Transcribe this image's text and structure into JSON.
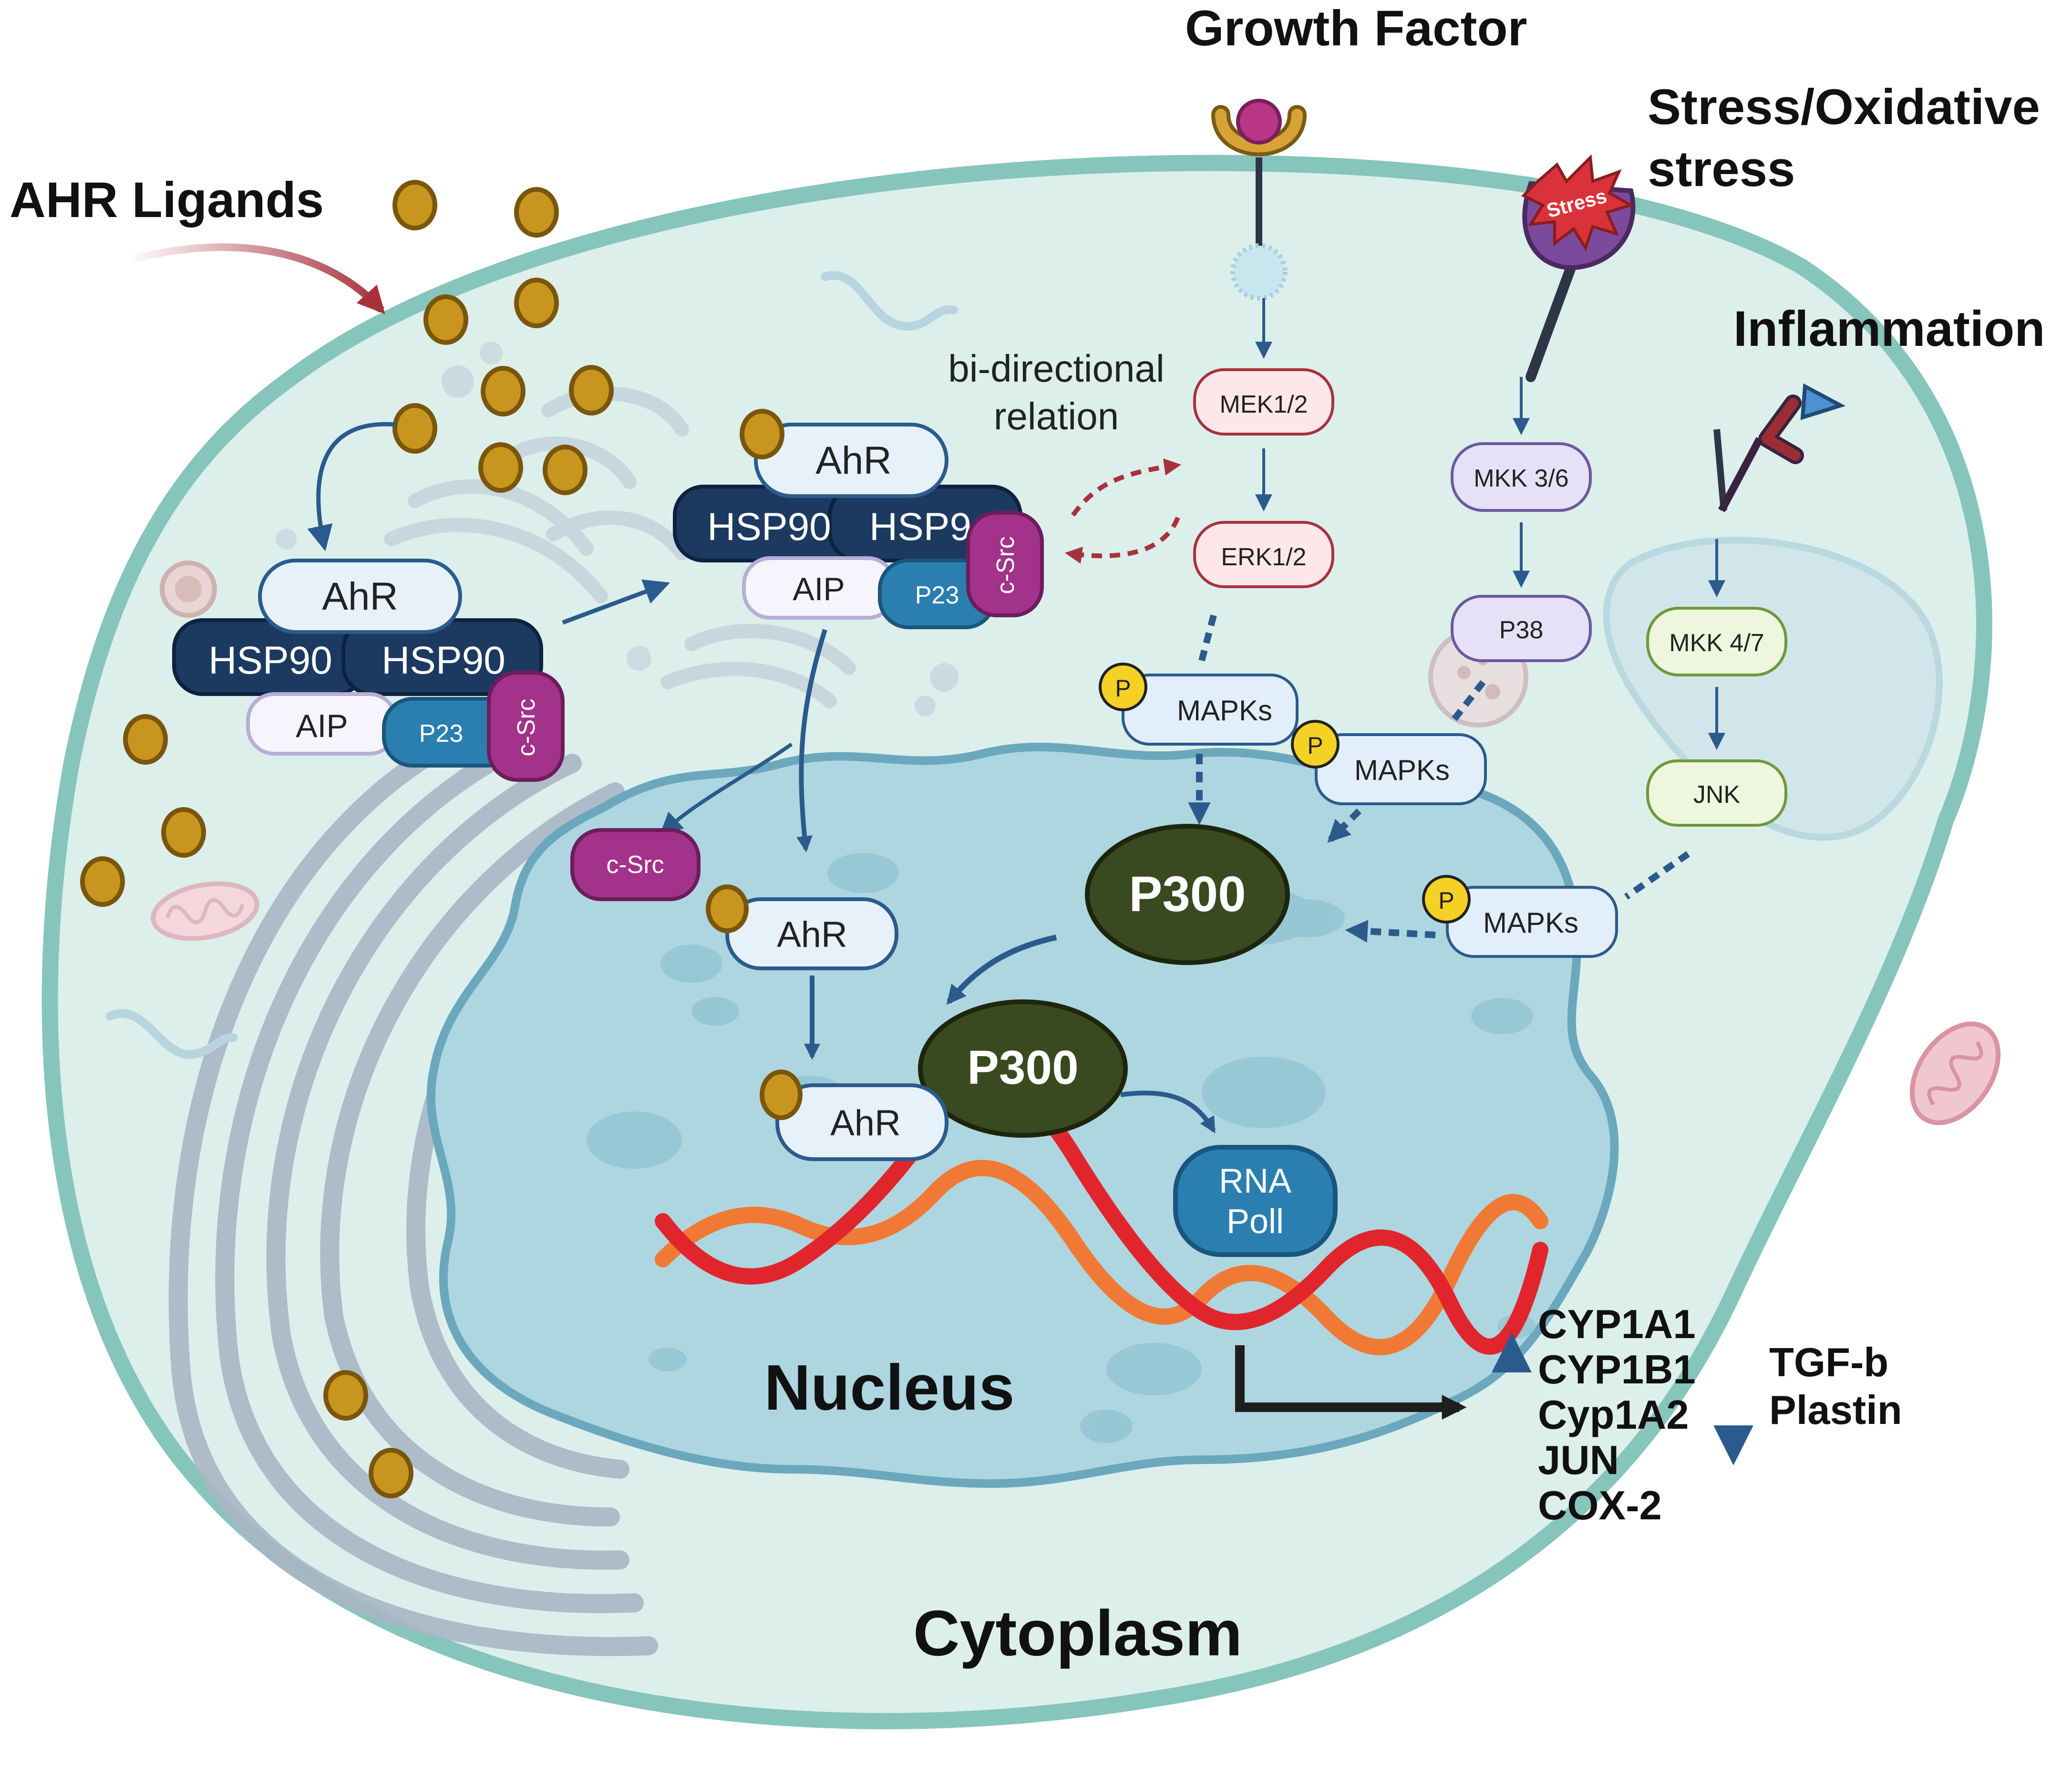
{
  "labels": {
    "ahr_ligands": "AHR Ligands",
    "growth_factor": "Growth Factor",
    "stress_line1": "Stress/Oxidative",
    "stress_line2": "stress",
    "stress_badge": "Stress",
    "inflammation": "Inflammation",
    "bidir_line1": "bi-directional",
    "bidir_line2": "relation",
    "nucleus": "Nucleus",
    "cytoplasm": "Cytoplasm"
  },
  "complex1": {
    "ahr": "AhR",
    "hsp90_a": "HSP90",
    "hsp90_b": "HSP90",
    "aip": "AIP",
    "p23": "P23",
    "csrc": "c-Src"
  },
  "complex2": {
    "ahr": "AhR",
    "hsp90_a": "HSP90",
    "hsp90_b": "HSP9",
    "aip": "AIP",
    "p23": "P23",
    "csrc": "c-Src"
  },
  "free_csrc": "c-Src",
  "pathways": {
    "mek": "MEK1/2",
    "erk": "ERK1/2",
    "mkk36": "MKK 3/6",
    "p38": "P38",
    "mkk47": "MKK 4/7",
    "jnk": "JNK",
    "mapk": "MAPKs",
    "phospho": "P"
  },
  "nuclear": {
    "p300_top": "P300",
    "p300_bottom": "P300",
    "ahr_mid": "AhR",
    "ahr_bottom": "AhR",
    "rna_line1": "RNA",
    "rna_line2": "Poll"
  },
  "genes_up": [
    "CYP1A1",
    "CYP1B1",
    "Cyp1A2",
    "JUN",
    "COX-2"
  ],
  "genes_down": [
    "TGF-b",
    "Plastin"
  ],
  "colors": {
    "cell_fill": "#dcefeb",
    "cell_border": "#86c5bb",
    "nucleus_fill": "#aed6e0",
    "nucleus_border": "#6ba8bd",
    "ligand": "#c8951f",
    "navy": "#1c3a60",
    "arrow_blue": "#2b5b8c",
    "arrow_red": "#a8323b",
    "csrc": "#a2328a",
    "p23": "#2b7fb0",
    "p300": "#3a4a20",
    "mek_pink": "#fde7eb",
    "p38_lav": "#e6e1f6",
    "jnk_green": "#eef6dd"
  }
}
